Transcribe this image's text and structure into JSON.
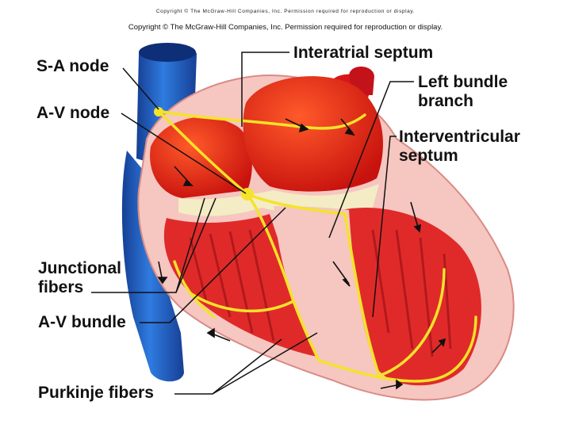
{
  "copyright_small": "Copyright © The McGraw-Hill Companies, Inc. Permission required for reproduction or display.",
  "copyright": "Copyright © The McGraw-Hill Companies, Inc. Permission required for reproduction or display.",
  "labels": {
    "sa_node": "S-A node",
    "av_node": "A-V node",
    "interatrial_septum": "Interatrial septum",
    "left_bundle_branch_1": "Left bundle",
    "left_bundle_branch_2": "branch",
    "interventricular_septum_1": "Interventricular",
    "interventricular_septum_2": "septum",
    "junctional_fibers_1": "Junctional",
    "junctional_fibers_2": "fibers",
    "av_bundle": "A-V bundle",
    "purkinje_fibers": "Purkinje fibers"
  },
  "colors": {
    "vessel_blue": "#1f5fc4",
    "muscle_red": "#e8211c",
    "wall_pink": "#f7c9c4",
    "conduction_yellow": "#f4e32a",
    "leader_line": "#111111"
  }
}
